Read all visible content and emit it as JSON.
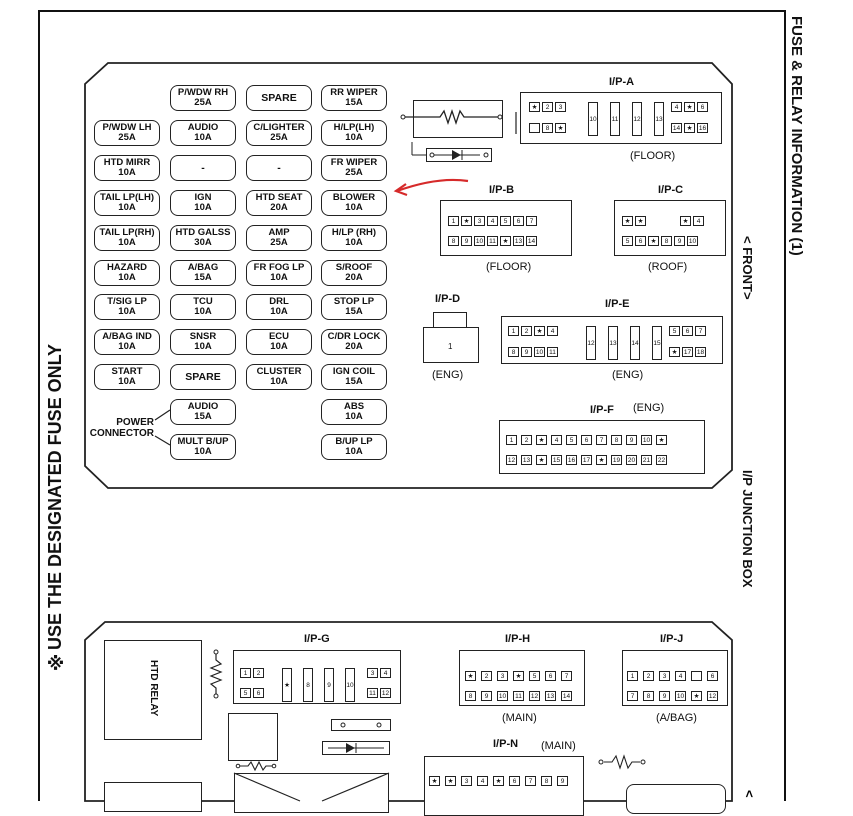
{
  "side_title": "FUSE & RELAY INFORMATION (1)",
  "front_label": "< FRONT>",
  "box_label": "I/P JUNCTION BOX",
  "note": "※USE THE DESIGNATED FUSE ONLY",
  "power_connector": "POWER\nCONNECTOR",
  "fuses": [
    {
      "l1": "P/WDW RH",
      "l2": "25A"
    },
    {
      "l1": "SPARE",
      "l2": ""
    },
    {
      "l1": "RR WIPER",
      "l2": "15A"
    },
    {
      "l1": "P/WDW LH",
      "l2": "25A"
    },
    {
      "l1": "AUDIO",
      "l2": "10A"
    },
    {
      "l1": "C/LIGHTER",
      "l2": "25A"
    },
    {
      "l1": "H/LP(LH)",
      "l2": "10A"
    },
    {
      "l1": "HTD MIRR",
      "l2": "10A"
    },
    {
      "l1": "-",
      "l2": ""
    },
    {
      "l1": "-",
      "l2": ""
    },
    {
      "l1": "FR WIPER",
      "l2": "25A"
    },
    {
      "l1": "TAIL LP(LH)",
      "l2": "10A"
    },
    {
      "l1": "IGN",
      "l2": "10A"
    },
    {
      "l1": "HTD SEAT",
      "l2": "20A"
    },
    {
      "l1": "BLOWER",
      "l2": "10A"
    },
    {
      "l1": "TAIL LP(RH)",
      "l2": "10A"
    },
    {
      "l1": "HTD GALSS",
      "l2": "30A"
    },
    {
      "l1": "AMP",
      "l2": "25A"
    },
    {
      "l1": "H/LP (RH)",
      "l2": "10A"
    },
    {
      "l1": "HAZARD",
      "l2": "10A"
    },
    {
      "l1": "A/BAG",
      "l2": "15A"
    },
    {
      "l1": "FR FOG LP",
      "l2": "10A"
    },
    {
      "l1": "S/ROOF",
      "l2": "20A"
    },
    {
      "l1": "T/SIG LP",
      "l2": "10A"
    },
    {
      "l1": "TCU",
      "l2": "10A"
    },
    {
      "l1": "DRL",
      "l2": "10A"
    },
    {
      "l1": "STOP LP",
      "l2": "15A"
    },
    {
      "l1": "A/BAG IND",
      "l2": "10A"
    },
    {
      "l1": "SNSR",
      "l2": "10A"
    },
    {
      "l1": "ECU",
      "l2": "10A"
    },
    {
      "l1": "C/DR LOCK",
      "l2": "20A"
    },
    {
      "l1": "START",
      "l2": "10A"
    },
    {
      "l1": "SPARE",
      "l2": ""
    },
    {
      "l1": "CLUSTER",
      "l2": "10A"
    },
    {
      "l1": "IGN COIL",
      "l2": "15A"
    },
    {
      "l1": "AUDIO",
      "l2": "15A"
    },
    {
      "l1": "ABS",
      "l2": "10A"
    },
    {
      "l1": "MULT B/UP",
      "l2": "10A"
    },
    {
      "l1": "B/UP LP",
      "l2": "10A"
    }
  ],
  "connectors": {
    "ipa": {
      "title": "I/P-A",
      "sub": "(FLOOR)",
      "top_left": [
        "★",
        "2",
        "3"
      ],
      "bot_left": [
        "",
        "8",
        "★"
      ],
      "tall": [
        "10",
        "11",
        "12",
        "13"
      ],
      "top_right": [
        "4",
        "★",
        "6"
      ],
      "bot_right": [
        "14",
        "★",
        "16"
      ]
    },
    "ipb": {
      "title": "I/P-B",
      "sub": "(FLOOR)",
      "row1": [
        "1",
        "★",
        "3",
        "4",
        "5",
        "6",
        "7"
      ],
      "row2": [
        "8",
        "9",
        "10",
        "11",
        "★",
        "13",
        "14"
      ]
    },
    "ipc": {
      "title": "I/P-C",
      "sub": "(ROOF)",
      "row1": [
        "★",
        "★",
        "",
        "",
        "",
        "★",
        "4"
      ],
      "row2": [
        "5",
        "6",
        "★",
        "8",
        "9",
        "10"
      ]
    },
    "ipd": {
      "title": "I/P-D",
      "sub": "(ENG)",
      "pin": "1"
    },
    "ipe": {
      "title": "I/P-E",
      "sub": "(ENG)",
      "top_left": [
        "1",
        "2",
        "★",
        "4"
      ],
      "bot_left": [
        "8",
        "9",
        "10",
        "11"
      ],
      "tall": [
        "12",
        "13",
        "14",
        "15"
      ],
      "top_right": [
        "5",
        "6",
        "7"
      ],
      "bot_right": [
        "★",
        "17",
        "18"
      ]
    },
    "ipf": {
      "title": "I/P-F",
      "title2": "(ENG)",
      "row1": [
        "1",
        "2",
        "★",
        "4",
        "5",
        "6",
        "7",
        "8",
        "9",
        "10",
        "★"
      ],
      "row2": [
        "12",
        "13",
        "★",
        "15",
        "16",
        "17",
        "★",
        "19",
        "20",
        "21",
        "22"
      ]
    },
    "ipg": {
      "title": "I/P-G",
      "top_left": [
        "1",
        "2"
      ],
      "bot_left": [
        "5",
        "6"
      ],
      "tall": [
        "★",
        "8",
        "9",
        "10"
      ],
      "top_right": [
        "3",
        "4"
      ],
      "bot_right": [
        "11",
        "12"
      ]
    },
    "iph": {
      "title": "I/P-H",
      "sub": "(MAIN)",
      "row1": [
        "★",
        "2",
        "3",
        "★",
        "5",
        "6",
        "7"
      ],
      "row2": [
        "8",
        "9",
        "10",
        "11",
        "12",
        "13",
        "14"
      ]
    },
    "ipj": {
      "title": "I/P-J",
      "sub": "(A/BAG)",
      "row1": [
        "1",
        "2",
        "3",
        "4",
        "",
        "6"
      ],
      "row2": [
        "7",
        "8",
        "9",
        "10",
        "★",
        "12"
      ]
    },
    "ipn": {
      "title": "I/P-N",
      "title2": "(MAIN)",
      "row1": [
        "★",
        "★",
        "3",
        "4",
        "★",
        "6",
        "7",
        "8",
        "9"
      ]
    }
  },
  "htd_relay": "HTD RELAY",
  "colors": {
    "annotation": "#d62a2a",
    "ink": "#111111"
  }
}
